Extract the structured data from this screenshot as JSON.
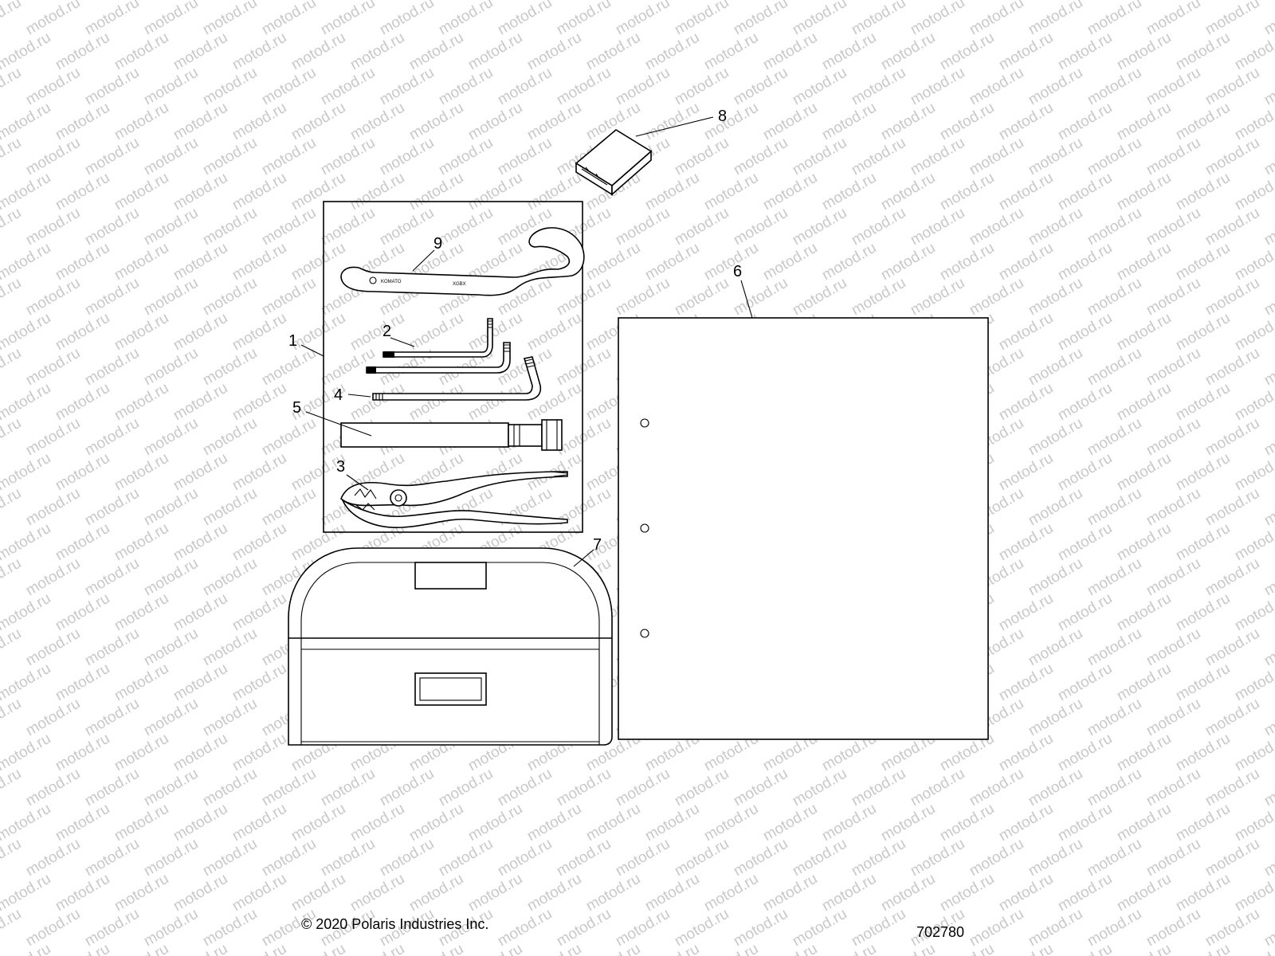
{
  "callouts": {
    "c1": "1",
    "c2": "2",
    "c3": "3",
    "c4": "4",
    "c5": "5",
    "c6": "6",
    "c7": "7",
    "c8": "8",
    "c9": "9"
  },
  "wrench_marks": {
    "left": "KOMATO",
    "right": "XGBX"
  },
  "watermark": {
    "text": "motod.ru",
    "color": "#c8c8c8"
  },
  "footer": {
    "copyright": "© 2020 Polaris Industries Inc.",
    "diagram_number": "702780"
  }
}
